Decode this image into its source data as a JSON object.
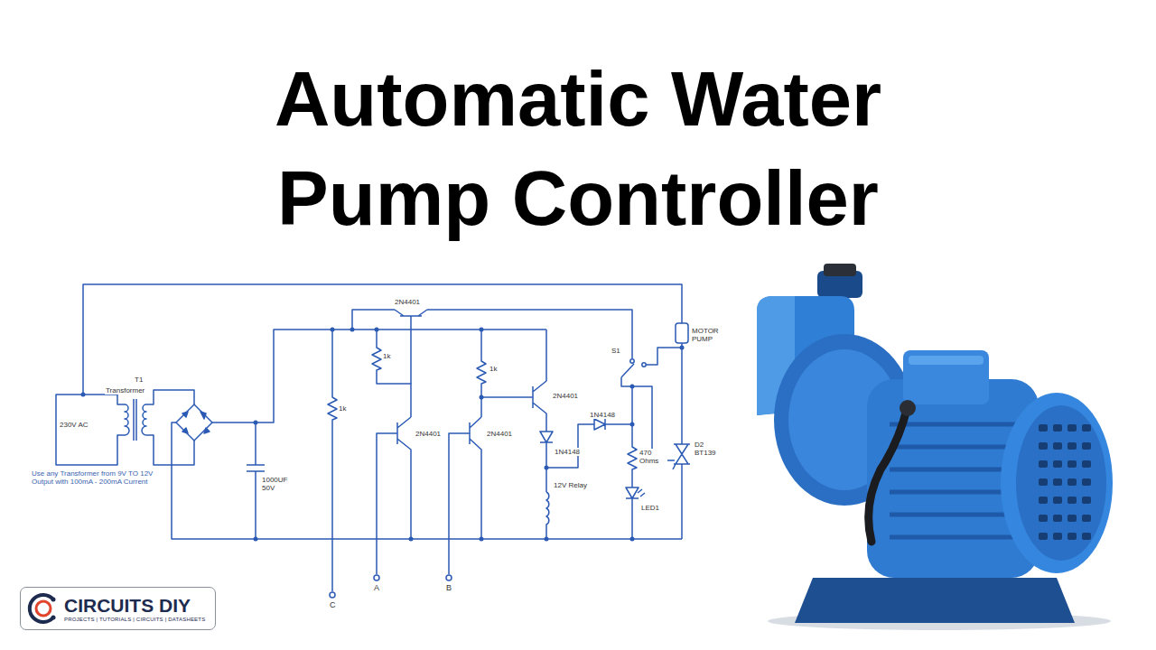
{
  "diagram": {
    "title": "Automatic Water Pump Controller",
    "nodes": [
      {
        "text": [
          "CIRCUITS DIY",
          "PROJECTS | TUTORIALS | CIRCUITS | DATASHEETS"
        ]
      }
    ],
    "labels": [
      "T1",
      "Transformer",
      "230V AC",
      "Use any Transformer from 9V TO 12V Output with 100mA - 200mA Current",
      "1000UF",
      "50V",
      "1k",
      "2N4401",
      "1k",
      "2N4401",
      "1k",
      "2N4401",
      "2N4401",
      "1N4148",
      "1N4148",
      "12V Relay",
      "S1",
      "MOTOR PUMP",
      "470 Ohms",
      "LED1",
      "D2 BT139",
      "C",
      "A",
      "B"
    ]
  }
}
